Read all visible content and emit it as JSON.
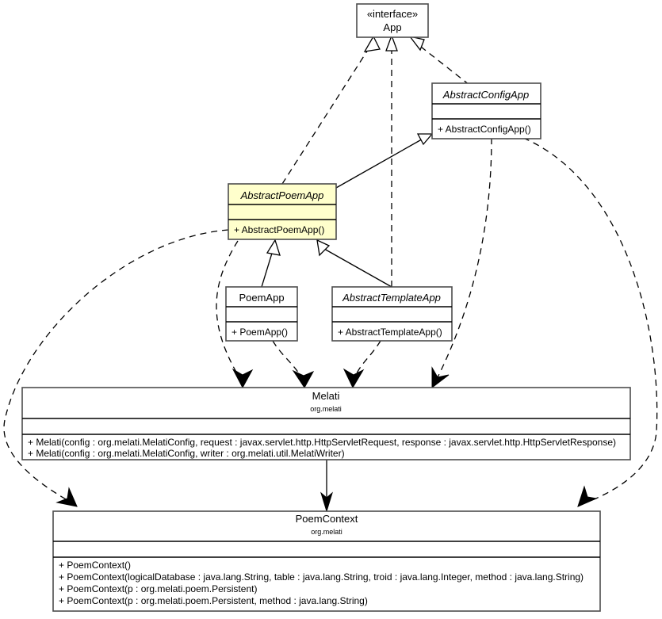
{
  "diagram": {
    "title": "UML class diagram",
    "highlight_color": "#ffffcc",
    "background_color": "#ffffff",
    "line_color": "#000000",
    "box_border_color": "#4d4d4d"
  },
  "classes": {
    "app": {
      "stereotype": "«interface»",
      "name": "App",
      "kind": "interface",
      "members": []
    },
    "abstract_config_app": {
      "name": "AbstractConfigApp",
      "kind": "abstract-class",
      "attributes": [],
      "operations": [
        "+ AbstractConfigApp()"
      ]
    },
    "abstract_poem_app": {
      "name": "AbstractPoemApp",
      "kind": "abstract-class",
      "highlighted": true,
      "attributes": [],
      "operations": [
        "+ AbstractPoemApp()"
      ]
    },
    "poem_app": {
      "name": "PoemApp",
      "kind": "class",
      "attributes": [],
      "operations": [
        "+ PoemApp()"
      ]
    },
    "abstract_template_app": {
      "name": "AbstractTemplateApp",
      "kind": "abstract-class",
      "attributes": [],
      "operations": [
        "+ AbstractTemplateApp()"
      ]
    },
    "melati": {
      "name": "Melati",
      "package": "org.melati",
      "kind": "class",
      "attributes": [],
      "operations": [
        "+ Melati(config : org.melati.MelatiConfig, request : javax.servlet.http.HttpServletRequest, response : javax.servlet.http.HttpServletResponse)",
        "+ Melati(config : org.melati.MelatiConfig, writer : org.melati.util.MelatiWriter)"
      ]
    },
    "poem_context": {
      "name": "PoemContext",
      "package": "org.melati",
      "kind": "class",
      "attributes": [],
      "operations": [
        "+ PoemContext()",
        "+ PoemContext(logicalDatabase : java.lang.String, table : java.lang.String, troid : java.lang.Integer, method : java.lang.String)",
        "+ PoemContext(p : org.melati.poem.Persistent)",
        "+ PoemContext(p : org.melati.poem.Persistent, method : java.lang.String)"
      ]
    }
  },
  "relationships": [
    {
      "from": "abstract_poem_app",
      "to": "app",
      "type": "realization"
    },
    {
      "from": "abstract_template_app",
      "to": "app",
      "type": "realization"
    },
    {
      "from": "abstract_config_app",
      "to": "app",
      "type": "realization"
    },
    {
      "from": "abstract_poem_app",
      "to": "abstract_config_app",
      "type": "generalization"
    },
    {
      "from": "poem_app",
      "to": "abstract_poem_app",
      "type": "generalization"
    },
    {
      "from": "abstract_template_app",
      "to": "abstract_poem_app",
      "type": "generalization"
    },
    {
      "from": "abstract_poem_app",
      "to": "melati",
      "type": "dependency"
    },
    {
      "from": "poem_app",
      "to": "melati",
      "type": "dependency"
    },
    {
      "from": "abstract_template_app",
      "to": "melati",
      "type": "dependency"
    },
    {
      "from": "abstract_config_app",
      "to": "melati",
      "type": "dependency"
    },
    {
      "from": "abstract_poem_app",
      "to": "poem_context",
      "type": "dependency"
    },
    {
      "from": "melati",
      "to": "poem_context",
      "type": "dependency"
    },
    {
      "from": "abstract_config_app",
      "to": "poem_context",
      "type": "dependency"
    }
  ]
}
